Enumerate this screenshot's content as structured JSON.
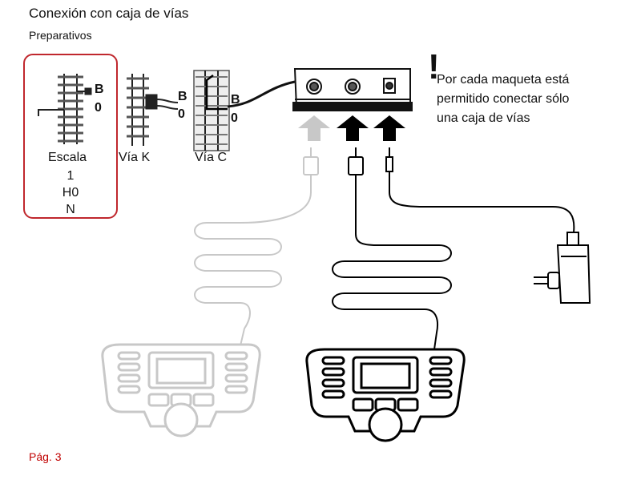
{
  "header": {
    "title": "Conexión con caja de vías",
    "subtitle": "Preparativos"
  },
  "scale": {
    "heading": "Escala",
    "items": [
      "1",
      "H0",
      "N"
    ]
  },
  "tracks": {
    "via_k": "Vía K",
    "via_c": "Vía C"
  },
  "terminals": {
    "b": "B",
    "o": "0"
  },
  "note": {
    "mark": "!",
    "lines": [
      "Por cada maqueta está",
      "permitido conectar sólo",
      "una caja de vías"
    ]
  },
  "footer": {
    "page": "Pág. 3"
  },
  "colors": {
    "frame": "#c0272d",
    "active": "#000000",
    "inactive": "#c8c8c8"
  }
}
